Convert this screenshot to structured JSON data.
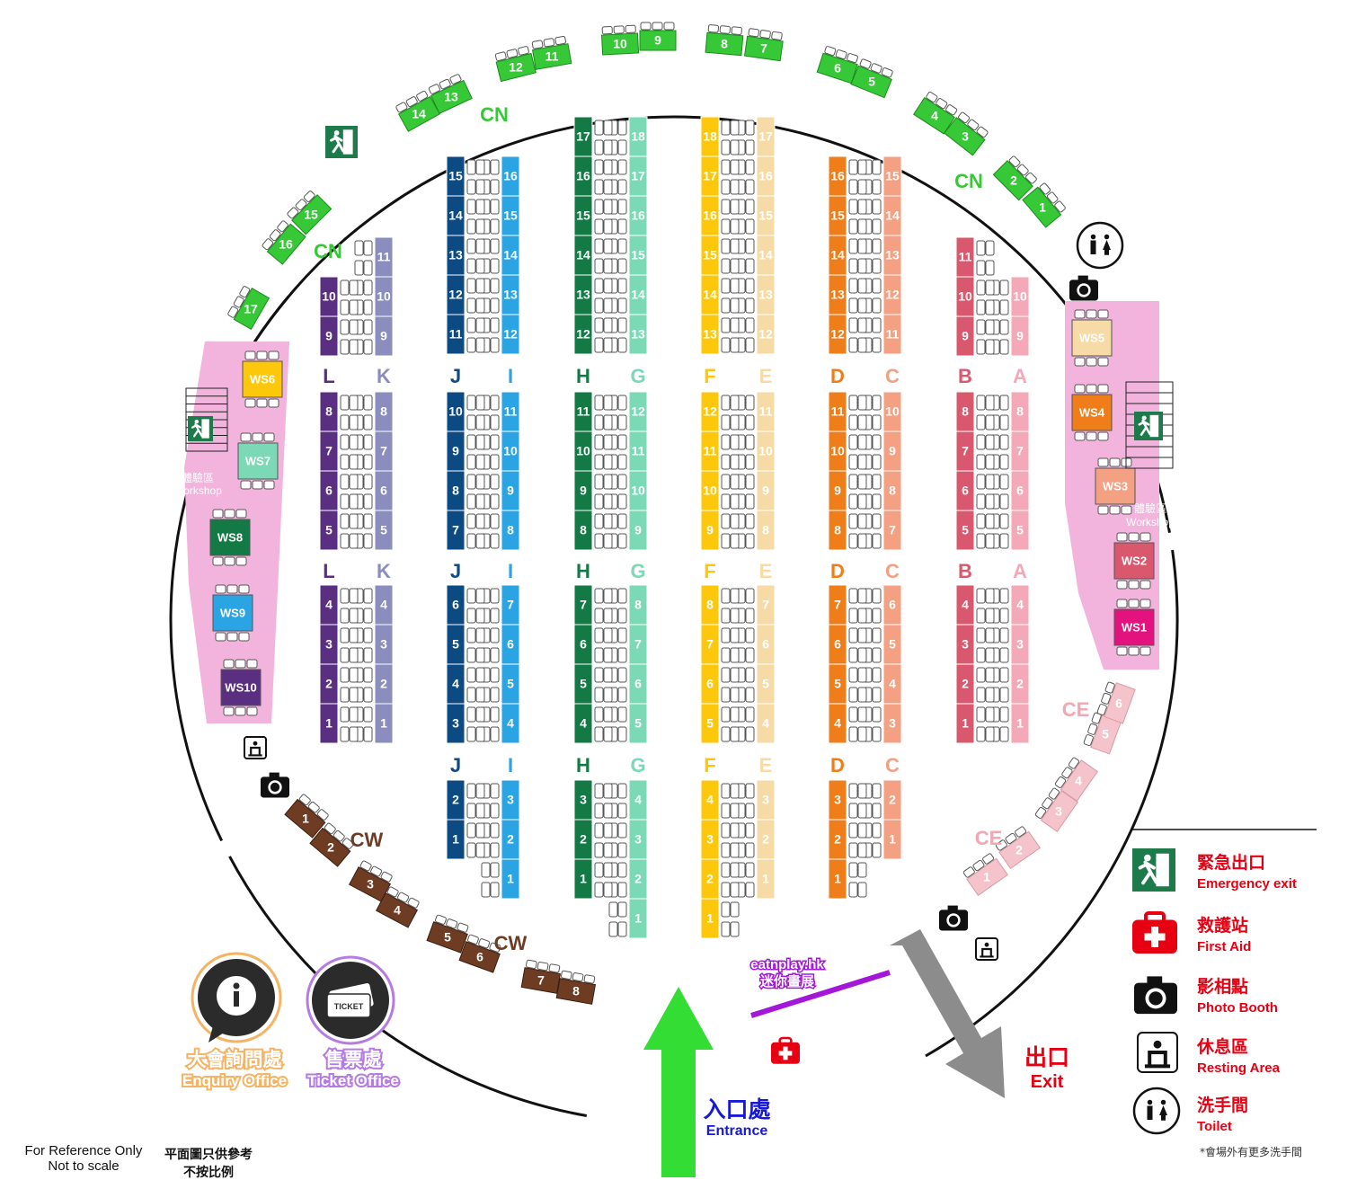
{
  "colors": {
    "circle": "#111111",
    "workshop_zone": "#f2b3dd",
    "cn": "#37c837",
    "cw": "#6e3b23",
    "ce": "#f5c3cb",
    "entrance_arrow": "#33dd33",
    "exit_arrow": "#8c8c8c",
    "legend_red": "#e60012",
    "emergency_green": "#1c7a4b",
    "mini_exhibit": "#a317d9",
    "enquiry_ring": "#f5b364",
    "ticket_ring": "#b57be3"
  },
  "columns": [
    {
      "letter": "A",
      "color": "#f4a9b8",
      "seats": "left",
      "segments": [
        [
          "10",
          "9"
        ],
        [
          "8",
          "7",
          "6",
          "5"
        ],
        [
          "4",
          "3",
          "2",
          "1"
        ]
      ]
    },
    {
      "letter": "B",
      "color": "#d9586e",
      "seats": "right",
      "segments": [
        [
          "11",
          "10",
          "9"
        ],
        [
          "8",
          "7",
          "6",
          "5"
        ],
        [
          "4",
          "3",
          "2",
          "1"
        ]
      ]
    },
    {
      "letter": "C",
      "color": "#f4a083",
      "seats": "left",
      "segments": [
        [
          "15",
          "14",
          "13",
          "12",
          "11"
        ],
        [
          "10",
          "9",
          "8",
          "7"
        ],
        [
          "6",
          "5",
          "4",
          "3"
        ],
        [
          "2",
          "1"
        ]
      ]
    },
    {
      "letter": "D",
      "color": "#ee7d1a",
      "seats": "right",
      "segments": [
        [
          "16",
          "15",
          "14",
          "13",
          "12"
        ],
        [
          "11",
          "10",
          "9",
          "8"
        ],
        [
          "7",
          "6",
          "5",
          "4"
        ],
        [
          "3",
          "2",
          "1"
        ]
      ]
    },
    {
      "letter": "E",
      "color": "#f7dba6",
      "seats": "left",
      "segments": [
        [
          "17",
          "16",
          "15",
          "14",
          "13",
          "12"
        ],
        [
          "11",
          "10",
          "9",
          "8"
        ],
        [
          "7",
          "6",
          "5",
          "4"
        ],
        [
          "3",
          "2",
          "1"
        ]
      ]
    },
    {
      "letter": "F",
      "color": "#fdc80b",
      "seats": "right",
      "segments": [
        [
          "18",
          "17",
          "16",
          "15",
          "14",
          "13"
        ],
        [
          "12",
          "11",
          "10",
          "9"
        ],
        [
          "8",
          "7",
          "6",
          "5"
        ],
        [
          "4",
          "3",
          "2",
          "1"
        ]
      ]
    },
    {
      "letter": "G",
      "color": "#7bd9b6",
      "seats": "left",
      "segments": [
        [
          "18",
          "17",
          "16",
          "15",
          "14",
          "13"
        ],
        [
          "12",
          "11",
          "10",
          "9"
        ],
        [
          "8",
          "7",
          "6",
          "5"
        ],
        [
          "4",
          "3",
          "2",
          "1"
        ]
      ]
    },
    {
      "letter": "H",
      "color": "#137a45",
      "seats": "right",
      "segments": [
        [
          "17",
          "16",
          "15",
          "14",
          "13",
          "12"
        ],
        [
          "11",
          "10",
          "9",
          "8"
        ],
        [
          "7",
          "6",
          "5",
          "4"
        ],
        [
          "3",
          "2",
          "1"
        ]
      ]
    },
    {
      "letter": "I",
      "color": "#2ba4e3",
      "seats": "left",
      "segments": [
        [
          "16",
          "15",
          "14",
          "13",
          "12"
        ],
        [
          "11",
          "10",
          "9",
          "8"
        ],
        [
          "7",
          "6",
          "5",
          "4"
        ],
        [
          "3",
          "2",
          "1"
        ]
      ]
    },
    {
      "letter": "J",
      "color": "#0c4a84",
      "seats": "right",
      "segments": [
        [
          "15",
          "14",
          "13",
          "12",
          "11"
        ],
        [
          "10",
          "9",
          "8",
          "7"
        ],
        [
          "6",
          "5",
          "4",
          "3"
        ],
        [
          "2",
          "1"
        ]
      ]
    },
    {
      "letter": "K",
      "color": "#8a8dbd",
      "seats": "left",
      "segments": [
        [
          "11",
          "10",
          "9"
        ],
        [
          "8",
          "7",
          "6",
          "5"
        ],
        [
          "4",
          "3",
          "2",
          "1"
        ]
      ]
    },
    {
      "letter": "L",
      "color": "#5a2f82",
      "seats": "right",
      "segments": [
        [
          "10",
          "9"
        ],
        [
          "8",
          "7",
          "6",
          "5"
        ],
        [
          "4",
          "3",
          "2",
          "1"
        ]
      ]
    }
  ],
  "zones": {
    "cn": "CN",
    "cw": "CW",
    "ce": "CE"
  },
  "cn_booths": [
    "1",
    "2",
    "3",
    "4",
    "5",
    "6",
    "7",
    "8",
    "9",
    "10",
    "11",
    "12",
    "13",
    "14",
    "15",
    "16",
    "17"
  ],
  "cw_booths": [
    "1",
    "2",
    "3",
    "4",
    "5",
    "6",
    "7",
    "8"
  ],
  "ce_booths": [
    "1",
    "2",
    "3",
    "4",
    "5",
    "6"
  ],
  "workshops": {
    "left": [
      {
        "label": "WS6",
        "color": "#fdc80b"
      },
      {
        "label": "WS7",
        "color": "#7bd9b6"
      },
      {
        "label": "WS8",
        "color": "#137a45"
      },
      {
        "label": "WS9",
        "color": "#2ba4e3"
      },
      {
        "label": "WS10",
        "color": "#5a2f82"
      }
    ],
    "right": [
      {
        "label": "WS5",
        "color": "#f7dba6"
      },
      {
        "label": "WS4",
        "color": "#ee7d1a"
      },
      {
        "label": "WS3",
        "color": "#f4a083"
      },
      {
        "label": "WS2",
        "color": "#d9586e"
      },
      {
        "label": "WS1",
        "color": "#e3127f"
      }
    ],
    "zone_cn": "體驗區",
    "zone_en": "Workshop"
  },
  "mini_exhibit": {
    "line1": "eatnplay.hk",
    "line2": "迷你畫展"
  },
  "entrance": {
    "cn": "入口處",
    "en": "Entrance"
  },
  "exit": {
    "cn": "出口",
    "en": "Exit"
  },
  "enquiry": {
    "cn": "大會詢問處",
    "en": "Enquiry Office"
  },
  "ticket": {
    "cn": "售票處",
    "en": "Ticket Office",
    "icon_text": "TICKET"
  },
  "legend": [
    {
      "icon": "emergency-exit-icon",
      "cn": "緊急出口",
      "en": "Emergency exit"
    },
    {
      "icon": "first-aid-icon",
      "cn": "救護站",
      "en": "First Aid"
    },
    {
      "icon": "camera-icon",
      "cn": "影相點",
      "en": "Photo Booth"
    },
    {
      "icon": "resting-area-icon",
      "cn": "休息區",
      "en": "Resting Area"
    },
    {
      "icon": "toilet-icon",
      "cn": "洗手間",
      "en": "Toilet"
    }
  ],
  "legend_note": "*會場外有更多洗手間",
  "notes": {
    "ref_en_1": "For Reference Only",
    "ref_en_2": "Not to scale",
    "ref_cn_1": "平面圖只供參考",
    "ref_cn_2": "不按比例"
  }
}
